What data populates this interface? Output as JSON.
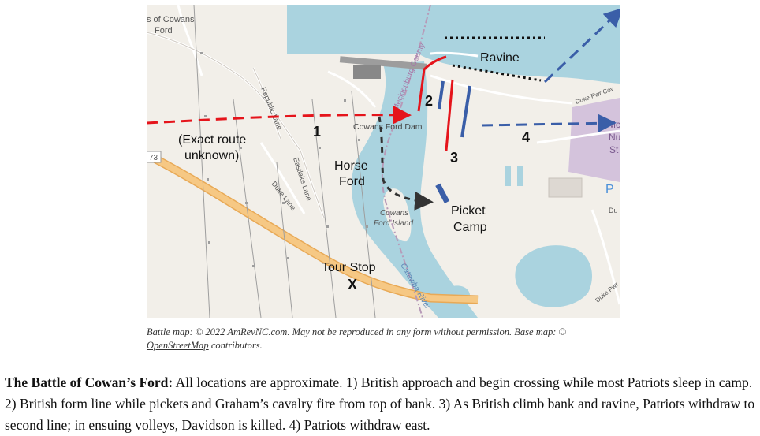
{
  "map": {
    "base_labels": {
      "top_left_1": "s of Cowans",
      "top_left_2": "Ford",
      "republic_lane": "Republic Lane",
      "eastlake_lane": "Eastlake Lane",
      "duke_lane": "Duke Lane",
      "mecklenburg": "Mecklenburg County",
      "cowans_dam": "Cowans Ford Dam",
      "island_1": "Cowans",
      "island_2": "Ford Island",
      "catawba": "Catawba River",
      "duke_pwr_1": "Duke Pwr Cov",
      "duke_pwr_2": "Duke Pwr",
      "route_73": "73",
      "mc_1": "Mc",
      "mc_2": "Nu",
      "mc_3": "St",
      "p_mark": "P",
      "du_mark": "Du"
    },
    "annotations": {
      "ravine": "Ravine",
      "exact_route_1": "(Exact route",
      "exact_route_2": "unknown)",
      "horse_1": "Horse",
      "horse_2": "Ford",
      "picket_1": "Picket",
      "picket_2": "Camp",
      "tour_stop": "Tour Stop",
      "tour_x": "X",
      "n1": "1",
      "n2": "2",
      "n3": "3",
      "n4": "4"
    },
    "colors": {
      "water": "#aad3df",
      "land": "#f2efe9",
      "british": "#e5141b",
      "patriot": "#3a5ea8",
      "road_major": "#f4c27a",
      "district": "#d4c3dc"
    }
  },
  "caption": {
    "prefix": "Battle map: © 2022 AmRevNC.com. May not be reproduced in any form without permission. Base map: ©",
    "link": "OpenStreetMap",
    "suffix": " contributors."
  },
  "description": {
    "title": "The Battle of Cowan’s Ford:",
    "body": " All locations are approximate. 1) British approach and begin crossing while most Patriots sleep in camp. 2) British form line while pickets and Graham’s cavalry fire from top of bank. 3) As British climb bank and ravine, Patriots withdraw to second line; in ensuing volleys, Davidson is killed. 4) Patriots withdraw east."
  }
}
